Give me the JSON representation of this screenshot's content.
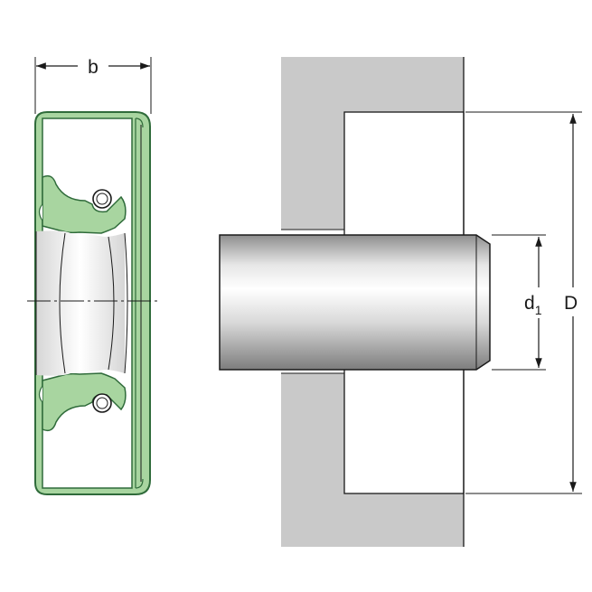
{
  "labels": {
    "width": "b",
    "shaft_diameter_main": "d",
    "shaft_diameter_sub": "1",
    "outer_diameter": "D"
  },
  "colors": {
    "elastomer": "#a8d5a0",
    "elastomer_outline": "#2f6b3a",
    "housing": "#c9c9c9",
    "line": "#1a1a1a",
    "background": "#ffffff"
  }
}
